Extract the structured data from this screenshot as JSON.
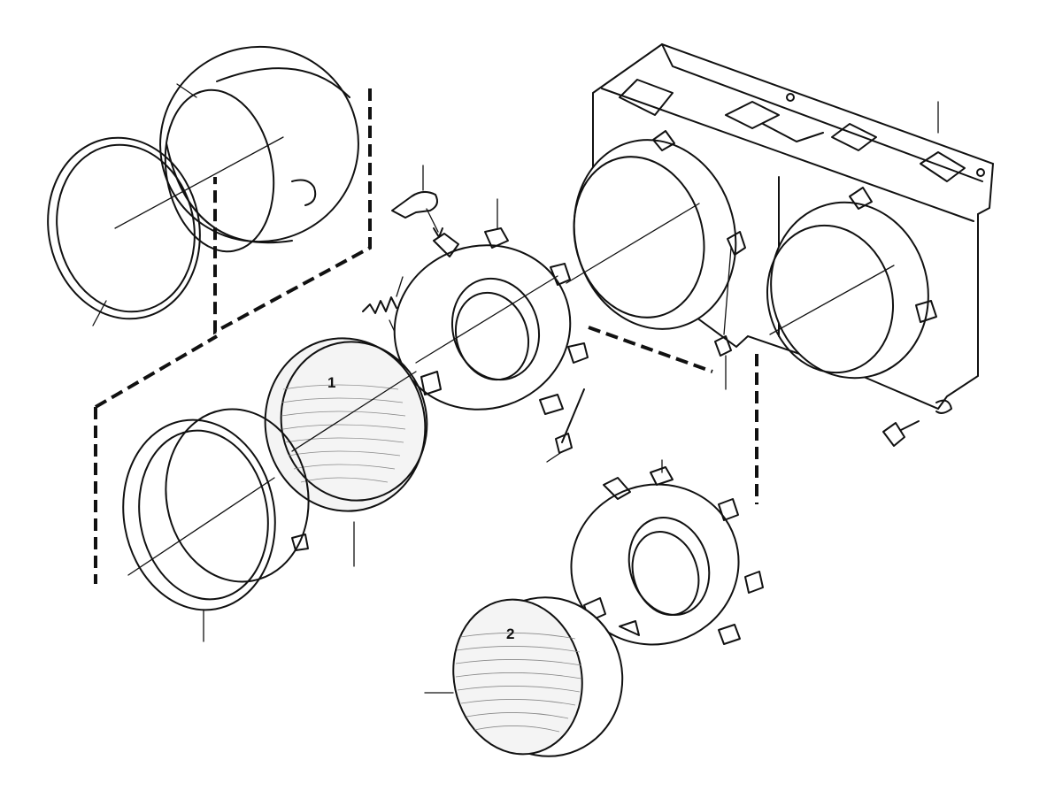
{
  "diagram": {
    "callouts": [
      {
        "id": "lamp-1",
        "text": "1"
      },
      {
        "id": "lamp-2",
        "text": "2"
      }
    ]
  }
}
